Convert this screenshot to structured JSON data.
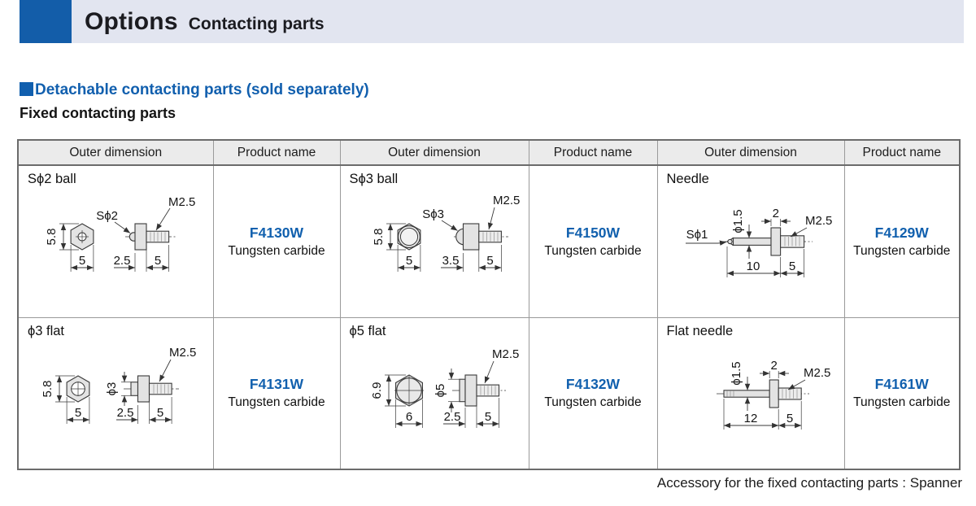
{
  "header": {
    "title": "Options",
    "subtitle": "Contacting parts"
  },
  "section": {
    "heading": "Detachable contacting parts (sold separately)",
    "subheading": "Fixed contacting parts"
  },
  "table": {
    "columns": [
      "Outer dimension",
      "Product name",
      "Outer dimension",
      "Product name",
      "Outer dimension",
      "Product name"
    ],
    "rows": [
      {
        "dim1": {
          "title": "Sϕ2 ball",
          "front_h": "5.8",
          "front_w": "5",
          "tip_label": "Sϕ2",
          "thread_label": "M2.5",
          "len_a": "2.5",
          "len_b": "5"
        },
        "prod1": {
          "name": "F4130W",
          "material": "Tungsten carbide"
        },
        "dim2": {
          "title": "Sϕ3 ball",
          "front_h": "5.8",
          "front_w": "5",
          "tip_label": "Sϕ3",
          "thread_label": "M2.5",
          "len_a": "3.5",
          "len_b": "5"
        },
        "prod2": {
          "name": "F4150W",
          "material": "Tungsten carbide"
        },
        "dim3": {
          "title": "Needle",
          "tip_label": "Sϕ1",
          "dia_label": "ϕ1.5",
          "nut_w": "2",
          "thread_label": "M2.5",
          "len_a": "10",
          "len_b": "5"
        },
        "prod3": {
          "name": "F4129W",
          "material": "Tungsten carbide"
        }
      },
      {
        "dim1": {
          "title": "ϕ3 flat",
          "front_h": "5.8",
          "front_w": "5",
          "dia_label": "ϕ3",
          "thread_label": "M2.5",
          "len_a": "2.5",
          "len_b": "5"
        },
        "prod1": {
          "name": "F4131W",
          "material": "Tungsten carbide"
        },
        "dim2": {
          "title": "ϕ5 flat",
          "front_h": "6.9",
          "front_w": "6",
          "dia_label": "ϕ5",
          "thread_label": "M2.5",
          "len_a": "2.5",
          "len_b": "5"
        },
        "prod2": {
          "name": "F4132W",
          "material": "Tungsten carbide"
        },
        "dim3": {
          "title": "Flat needle",
          "dia_label": "ϕ1.5",
          "nut_w": "2",
          "thread_label": "M2.5",
          "len_a": "12",
          "len_b": "5"
        },
        "prod3": {
          "name": "F4161W",
          "material": "Tungsten carbide"
        }
      }
    ]
  },
  "footnote": "Accessory for the fixed contacting parts : Spanner",
  "colors": {
    "accent_blue": "#115fae",
    "header_square_blue": "#135da9",
    "titlebar_bg": "#e2e5f0",
    "table_header_bg": "#ebebeb"
  }
}
